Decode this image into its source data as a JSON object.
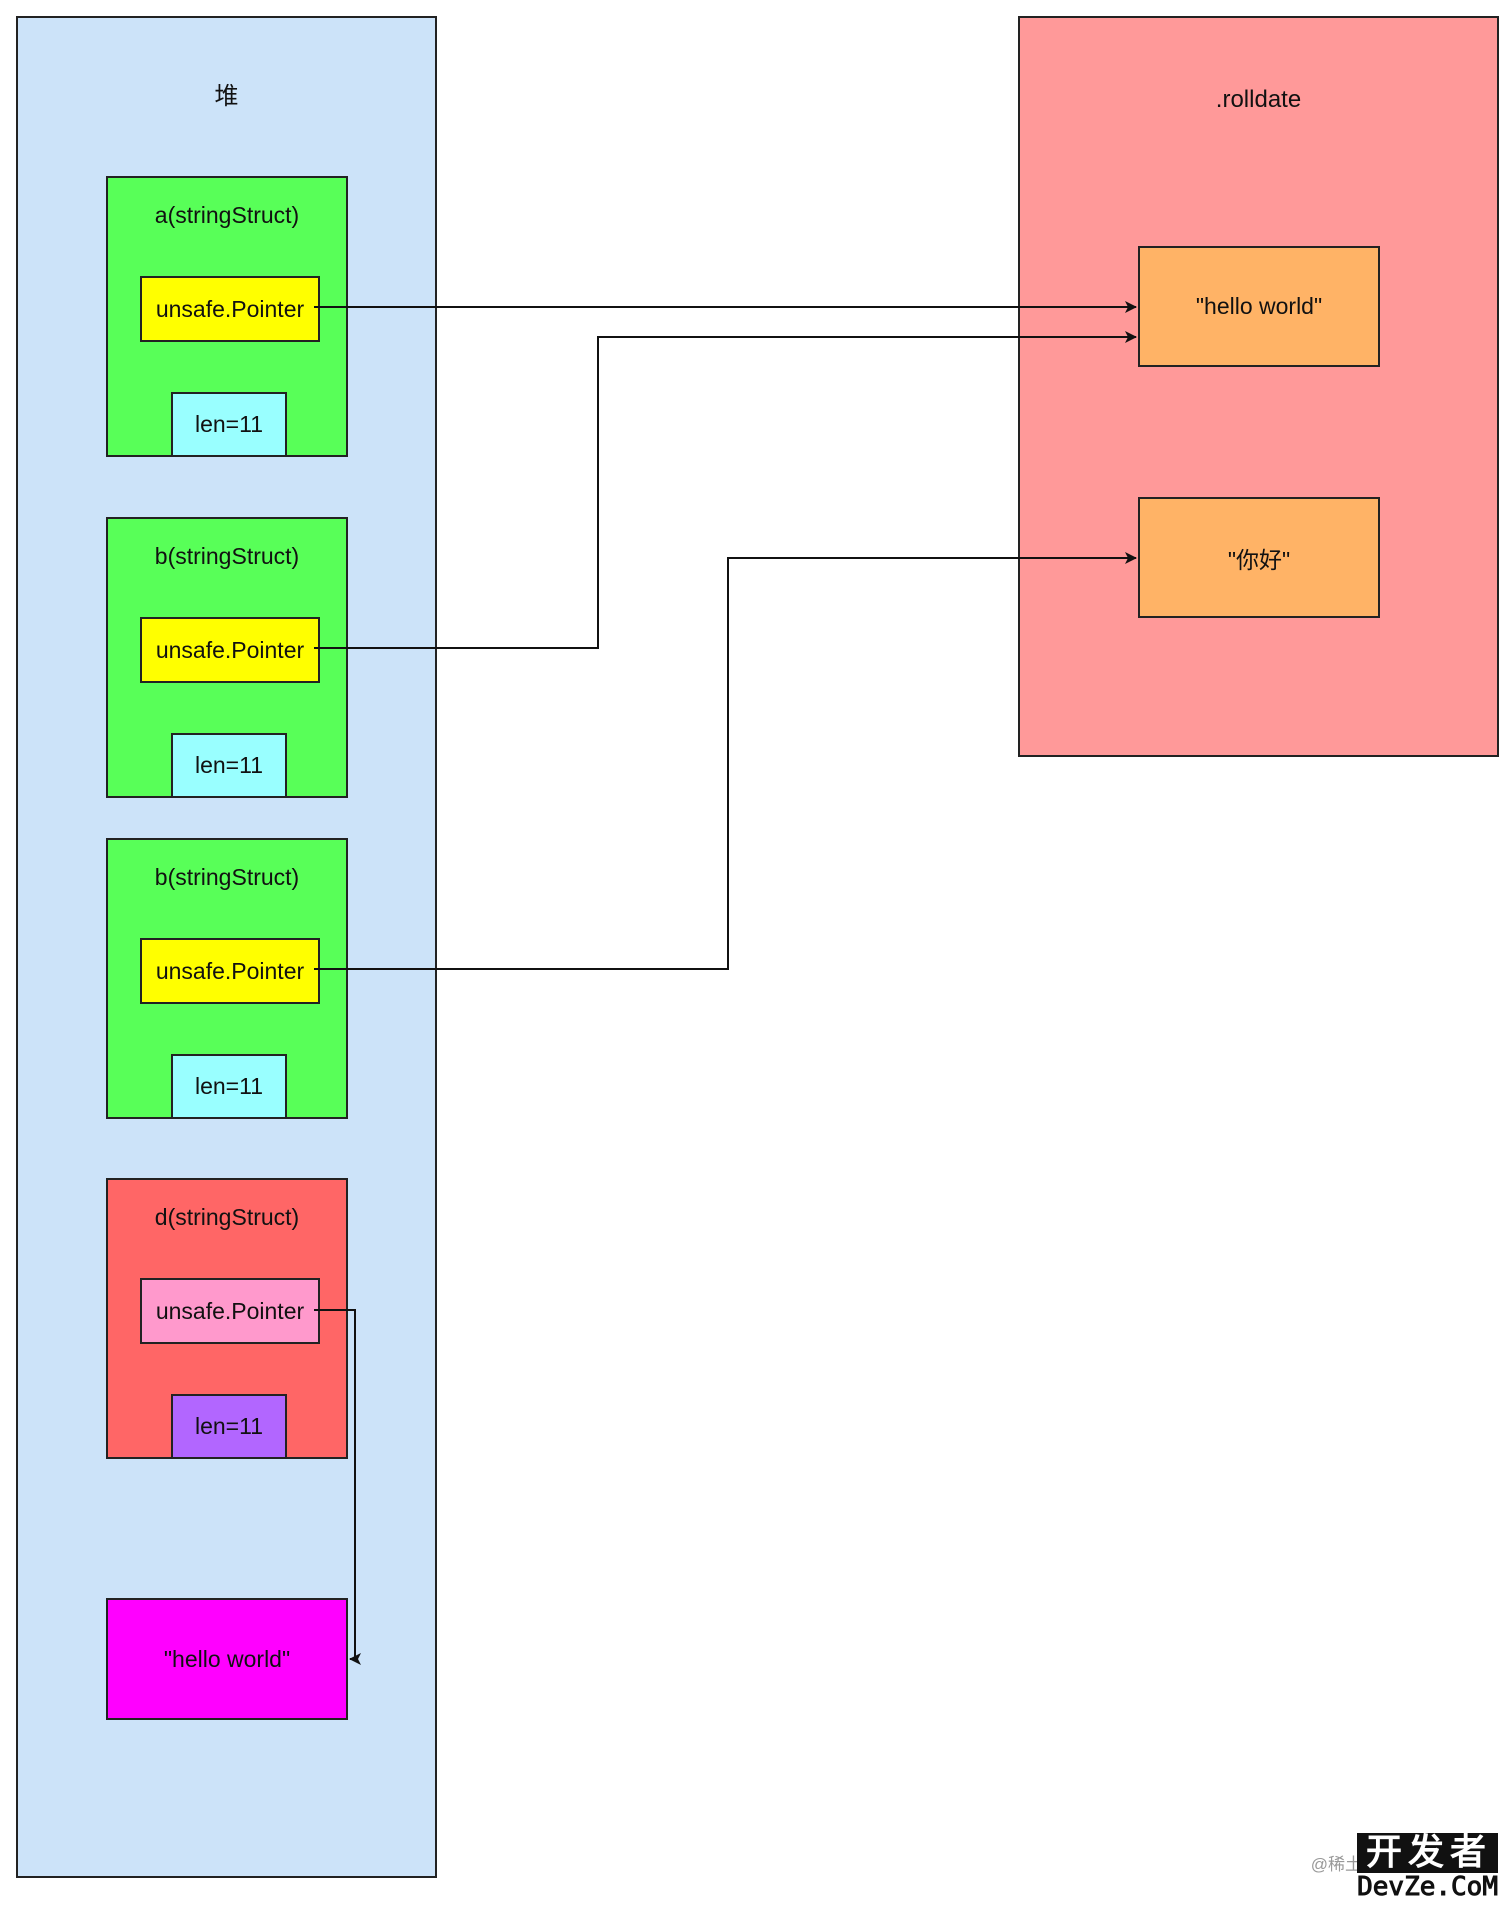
{
  "heap": {
    "title": "堆"
  },
  "rodata": {
    "title": ".rolldate"
  },
  "structs": [
    {
      "title": "a(stringStruct)",
      "pointer": "unsafe.Pointer",
      "len": "len=11"
    },
    {
      "title": "b(stringStruct)",
      "pointer": "unsafe.Pointer",
      "len": "len=11"
    },
    {
      "title": "b(stringStruct)",
      "pointer": "unsafe.Pointer",
      "len": "len=11"
    },
    {
      "title": "d(stringStruct)",
      "pointer": "unsafe.Pointer",
      "len": "len=11"
    }
  ],
  "targets": {
    "rodata_hello": "\"hello world\"",
    "rodata_nihao": "\"你好\"",
    "heap_hello": "\"hello world\""
  },
  "colors": {
    "heap_bg": "#cce3f9",
    "rodata_bg": "#ff9999",
    "struct_green": "#58ff58",
    "struct_red": "#ff6666",
    "pointer_yellow": "#ffff00",
    "pointer_pink": "#ff99cc",
    "len_cyan": "#99ffff",
    "len_purple": "#b266ff",
    "string_orange": "#ffb366",
    "string_magenta": "#ff00ff"
  },
  "watermark": {
    "small": "@稀土",
    "big": "开发者",
    "domain": "DevZe.CoM"
  }
}
